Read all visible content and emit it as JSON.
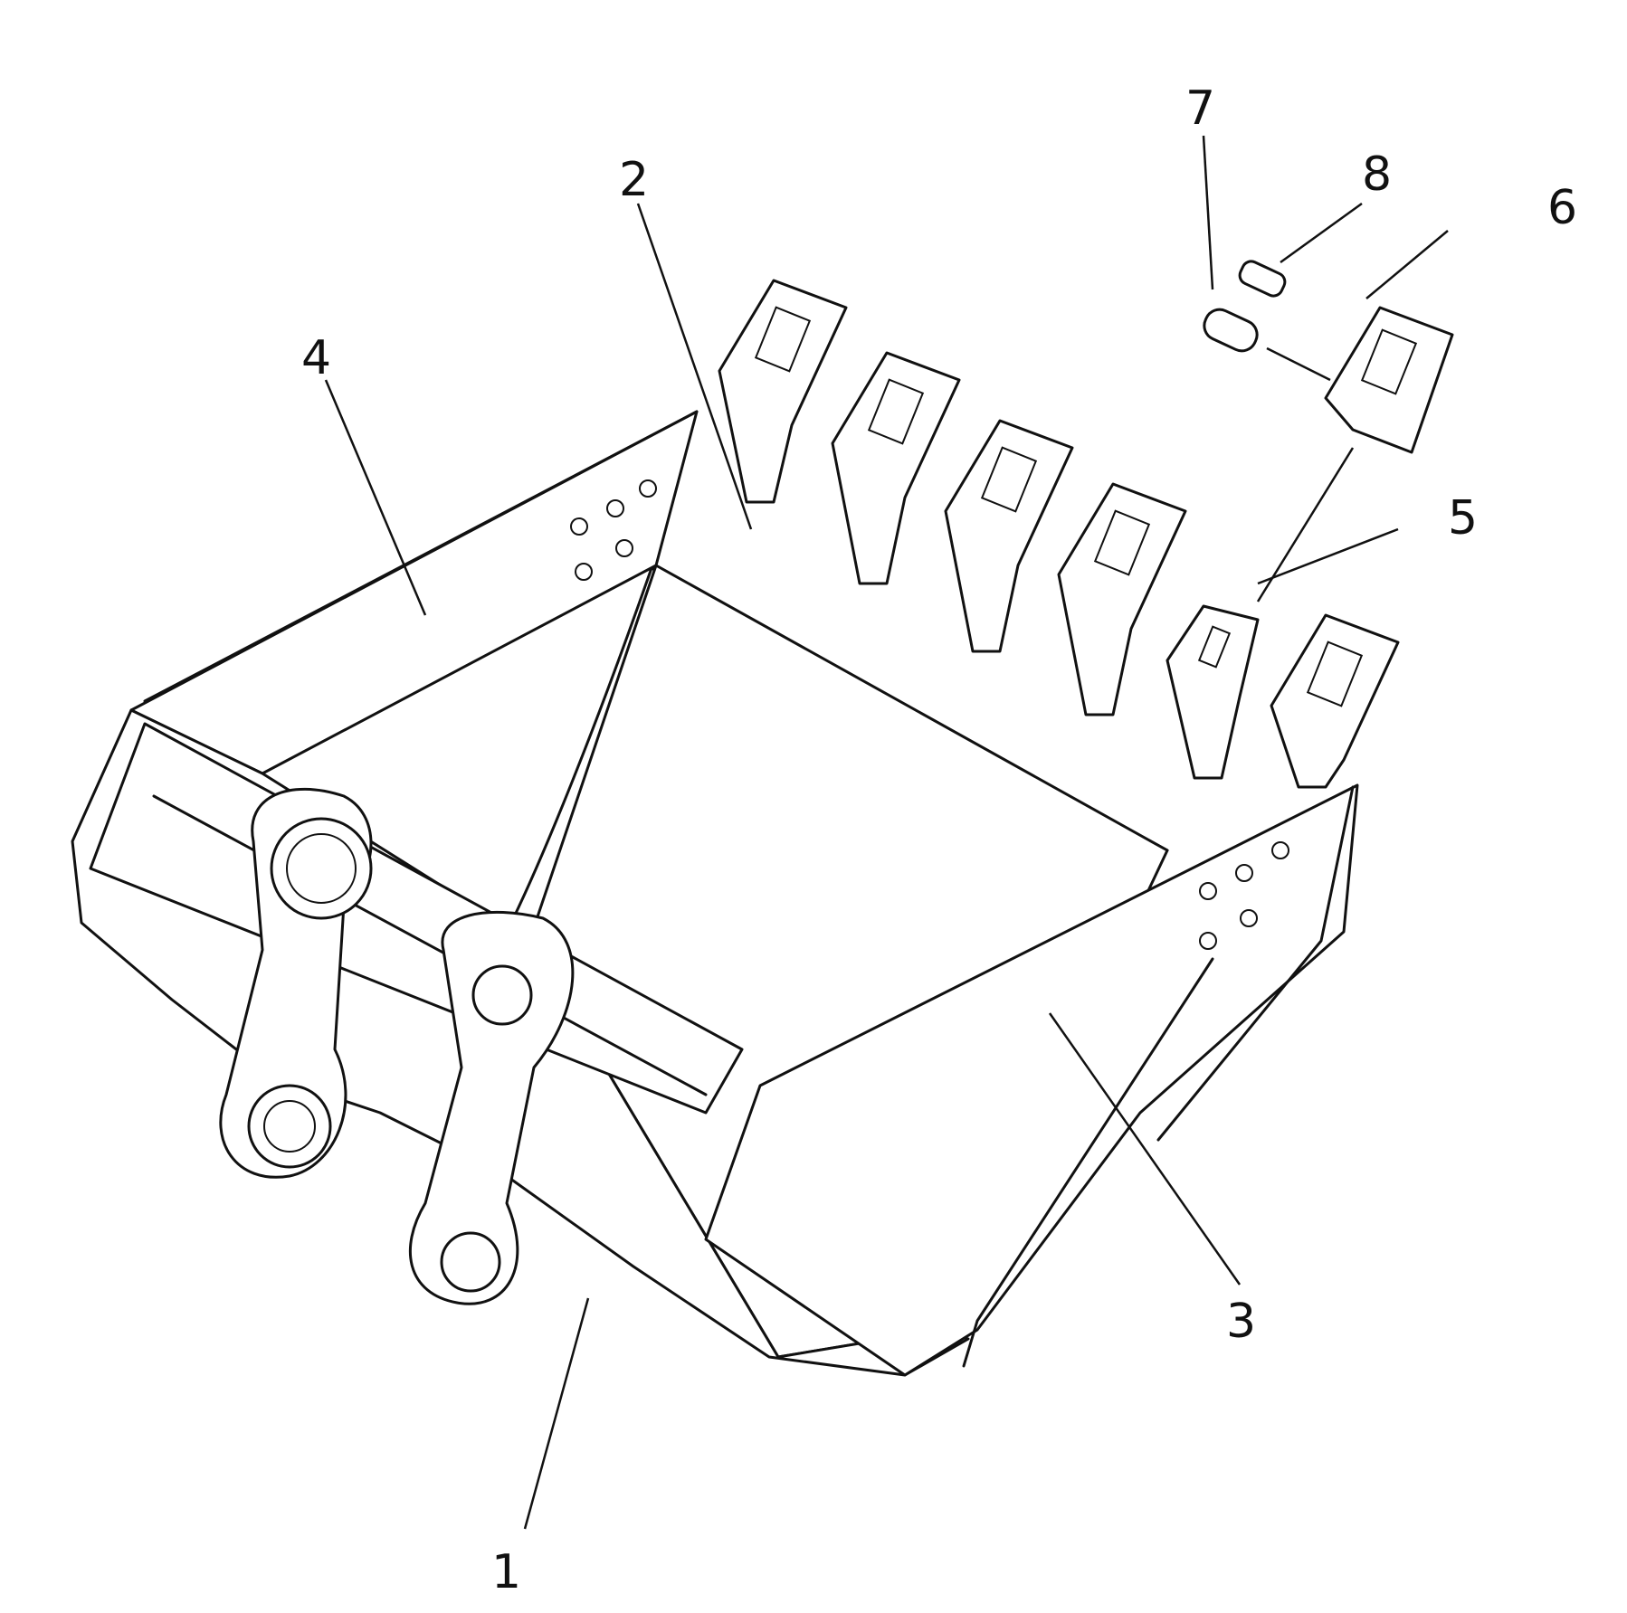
{
  "callouts": {
    "c1": "1",
    "c2": "2",
    "c3": "3",
    "c4": "4",
    "c5": "5",
    "c6": "6",
    "c7": "7",
    "c8": "8"
  },
  "icons": [
    "bucket-body",
    "bucket-tooth",
    "tooth-adapter",
    "tooth-pin",
    "lock-washer"
  ]
}
